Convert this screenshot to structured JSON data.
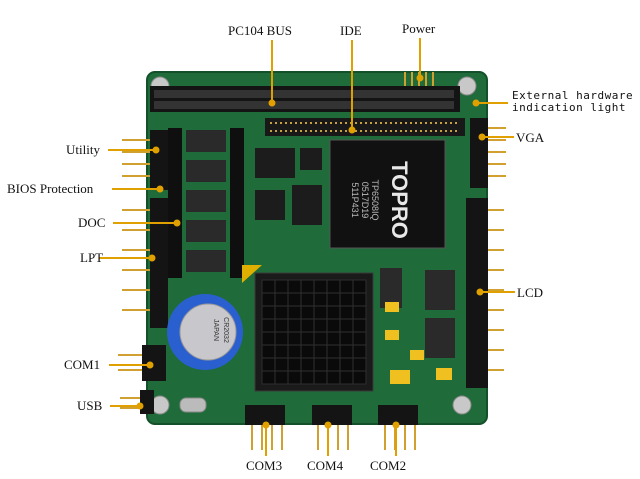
{
  "labels": {
    "pc104_bus": "PC104 BUS",
    "ide": "IDE",
    "power": "Power",
    "ext_hw_line1": "External hardware",
    "ext_hw_line2": "indication light",
    "vga": "VGA",
    "utility": "Utility",
    "bios_protection": "BIOS Protection",
    "doc": "DOC",
    "lpt": "LPT",
    "lcd": "LCD",
    "com1": "COM1",
    "usb": "USB",
    "com3": "COM3",
    "com4": "COM4",
    "com2": "COM2"
  },
  "chip": {
    "brand": "TOPRO",
    "line1": "TP6508IQ",
    "line2": "0517D19",
    "line3": "511P431"
  },
  "battery": {
    "line1": "JAPAN",
    "line2": "CR2032"
  },
  "colors": {
    "pcb": "#1f6b3a",
    "annotation": "#e0a000",
    "heatsink": "#1a1a1a"
  }
}
